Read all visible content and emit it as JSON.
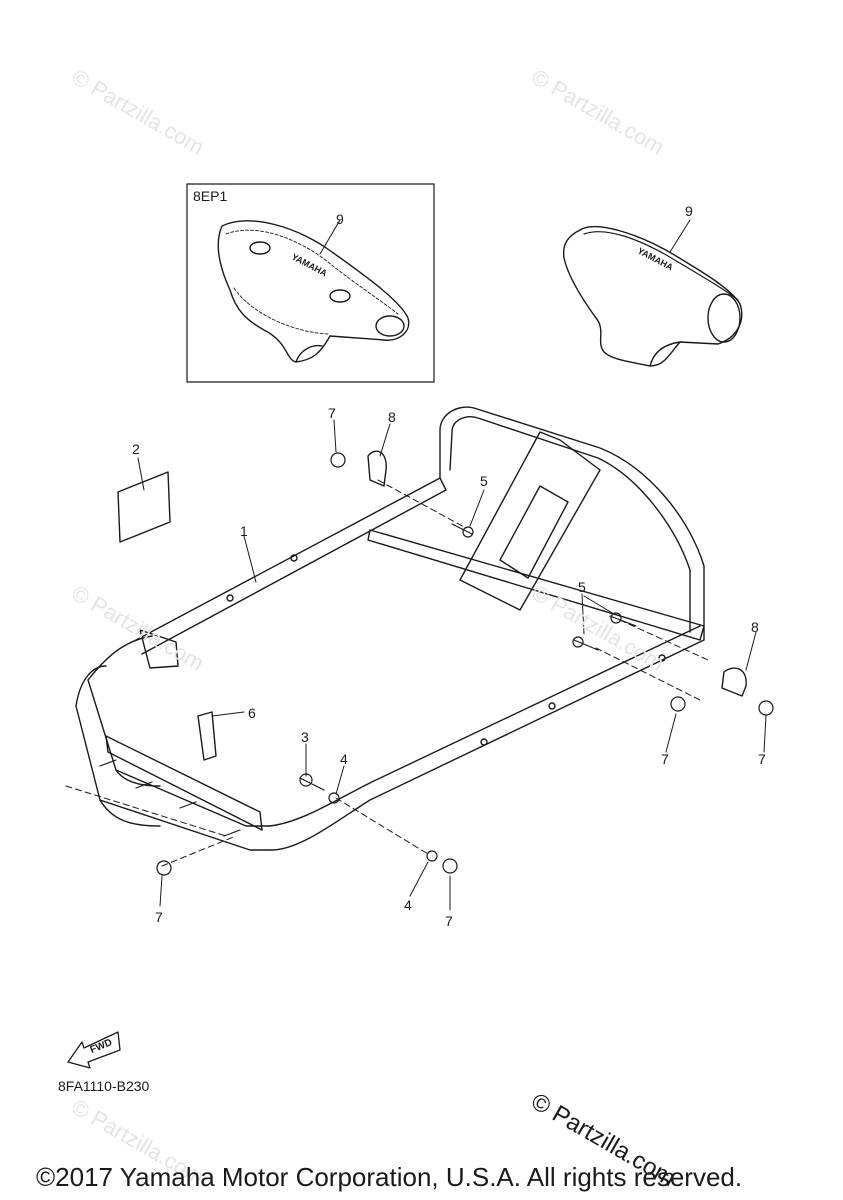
{
  "inset": {
    "label": "8EP1"
  },
  "callouts": [
    "1",
    "2",
    "3",
    "4",
    "4",
    "5",
    "5",
    "6",
    "7",
    "7",
    "7",
    "7",
    "7",
    "8",
    "8",
    "9",
    "9"
  ],
  "logo_text": "YAMAHA",
  "fwd_label": "FWD",
  "diagram_code": "8FA1110-B230",
  "copyright": "©2017 Yamaha Motor Corporation, U.S.A. All rights reserved.",
  "watermark": "© Partzilla.com",
  "colors": {
    "line": "#1a1a1a",
    "watermark": "#e4e4e4",
    "background": "#ffffff"
  }
}
